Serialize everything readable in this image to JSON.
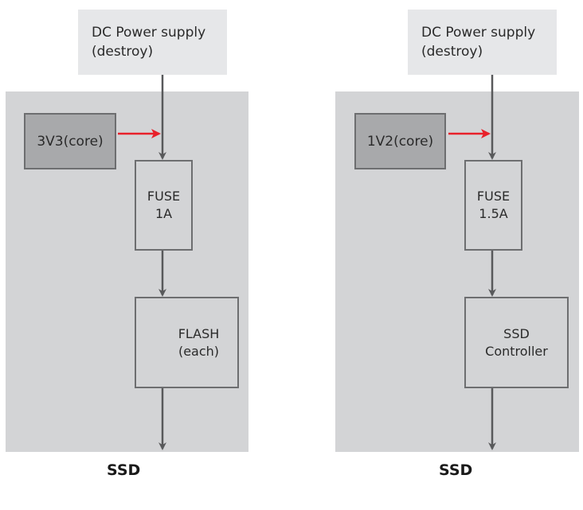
{
  "diagrams": [
    {
      "supply": {
        "line1": "DC Power supply",
        "line2": "(destroy)"
      },
      "core": "3V3(core)",
      "fuse": {
        "line1": "FUSE",
        "line2": "1A"
      },
      "load": {
        "line1": "FLASH",
        "line2": "(each)"
      },
      "caption": "SSD"
    },
    {
      "supply": {
        "line1": "DC Power supply",
        "line2": "(destroy)"
      },
      "core": "1V2(core)",
      "fuse": {
        "line1": "FUSE",
        "line2": "1.5A"
      },
      "load": {
        "line1": "SSD",
        "line2": "Controller"
      },
      "caption": "SSD"
    }
  ],
  "colors": {
    "panel": "#d3d4d6",
    "supply": "#e6e7e9",
    "core": "#a8a9ab",
    "wire": "#58595b",
    "highlight_arrow": "#e8202a"
  }
}
